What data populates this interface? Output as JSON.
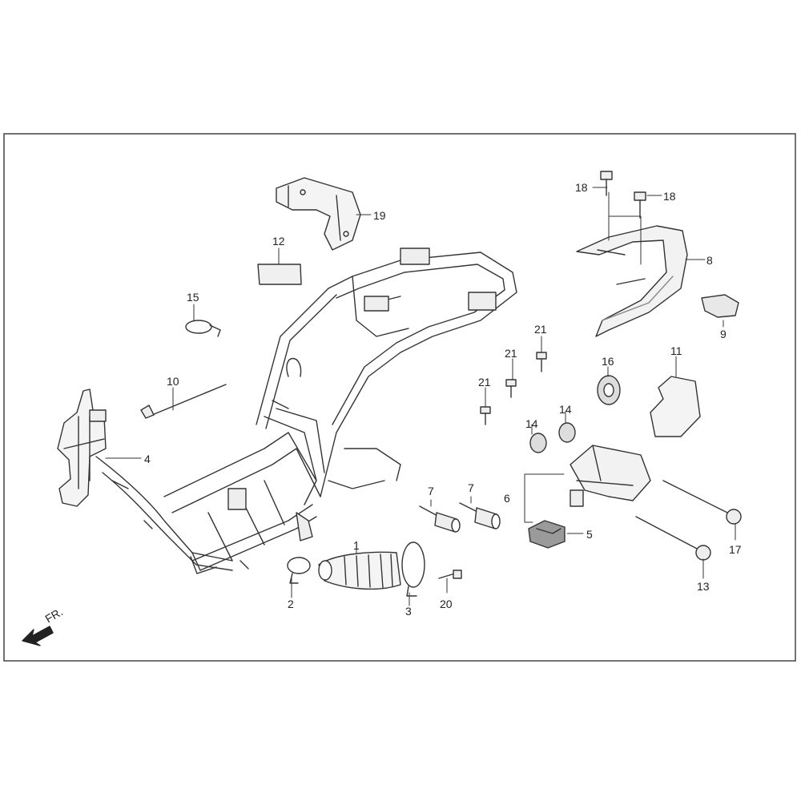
{
  "callouts": {
    "c1": "1",
    "c2": "2",
    "c3": "3",
    "c4": "4",
    "c5": "5",
    "c6": "6",
    "c7a": "7",
    "c7b": "7",
    "c8": "8",
    "c9": "9",
    "c10": "10",
    "c11": "11",
    "c12": "12",
    "c13": "13",
    "c14a": "14",
    "c14b": "14",
    "c15": "15",
    "c16": "16",
    "c17": "17",
    "c18a": "18",
    "c18b": "18",
    "c19": "19",
    "c20": "20",
    "c21a": "21",
    "c21b": "21",
    "c21c": "21"
  },
  "direction_label": "FR.",
  "icons": {
    "front_arrow": "arrow-front-icon"
  },
  "colors": {
    "line": "#333333",
    "part_fill": "#f2f2f2",
    "shade": "#8a8a8a",
    "border": "#444444"
  }
}
